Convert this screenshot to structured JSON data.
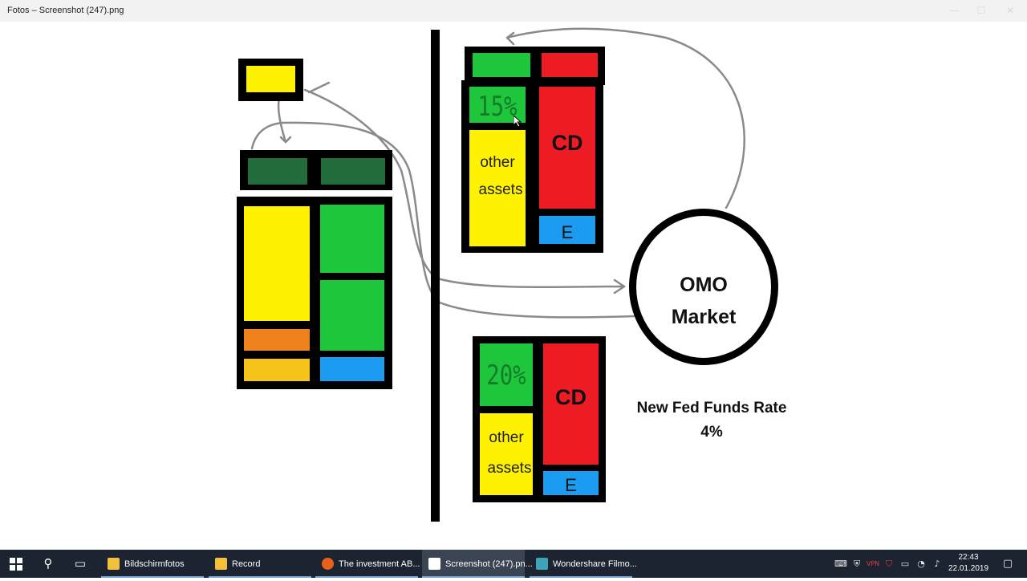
{
  "window": {
    "title": "Fotos – Screenshot (247).png"
  },
  "diagram": {
    "top_balance": {
      "reserve_pct": "15%",
      "other_assets": [
        "other",
        "assets"
      ],
      "cd": "CD",
      "equity": "E"
    },
    "bottom_balance": {
      "reserve_pct": "20%",
      "other_assets": [
        "other",
        "assets"
      ],
      "cd": "CD",
      "equity": "E"
    },
    "omo": {
      "line1": "OMO",
      "line2": "Market"
    },
    "rate": {
      "label": "New Fed Funds Rate",
      "value": "4%"
    }
  },
  "taskbar": {
    "apps": [
      {
        "label": "Bildschirmfotos",
        "icon": "folder-icon"
      },
      {
        "label": "Record",
        "icon": "folder-icon"
      },
      {
        "label": "The investment AB...",
        "icon": "firefox-icon"
      },
      {
        "label": "Screenshot (247).pn...",
        "icon": "photos-icon"
      },
      {
        "label": "Wondershare Filmo...",
        "icon": "filmora-icon"
      }
    ],
    "clock": {
      "time": "22:43",
      "date": "22.01.2019"
    }
  },
  "colors": {
    "yellow": "#fff200",
    "green": "#1ec63c",
    "dark_green": "#226b3a",
    "red": "#ed1c24",
    "blue": "#1b9cf0",
    "orange": "#f0821e"
  }
}
